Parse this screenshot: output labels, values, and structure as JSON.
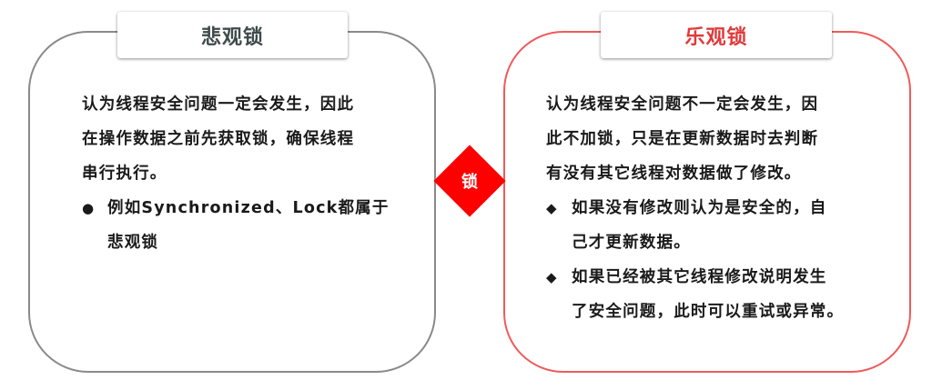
{
  "left_card": {
    "title": "悲观锁",
    "border_color": "#8a8a8a",
    "title_color": "#3f4a4a",
    "lines": [
      "认为线程安全问题一定会发生，因此",
      "在操作数据之前先获取锁，确保线程",
      "串行执行。"
    ],
    "bullets": [
      {
        "marker": "●",
        "lines": [
          "例如Synchronized、Lock都属于",
          "悲观锁"
        ]
      }
    ]
  },
  "center": {
    "label": "锁",
    "color": "#ff0000"
  },
  "right_card": {
    "title": "乐观锁",
    "border_color": "#f05a5a",
    "title_color": "#e0393b",
    "lines": [
      "认为线程安全问题不一定会发生，因",
      "此不加锁，只是在更新数据时去判断",
      "有没有其它线程对数据做了修改。"
    ],
    "bullets": [
      {
        "marker": "◆",
        "lines": [
          "如果没有修改则认为是安全的，自",
          "己才更新数据。"
        ]
      },
      {
        "marker": "◆",
        "lines": [
          "如果已经被其它线程修改说明发生",
          "了安全问题，此时可以重试或异常。"
        ]
      }
    ]
  }
}
